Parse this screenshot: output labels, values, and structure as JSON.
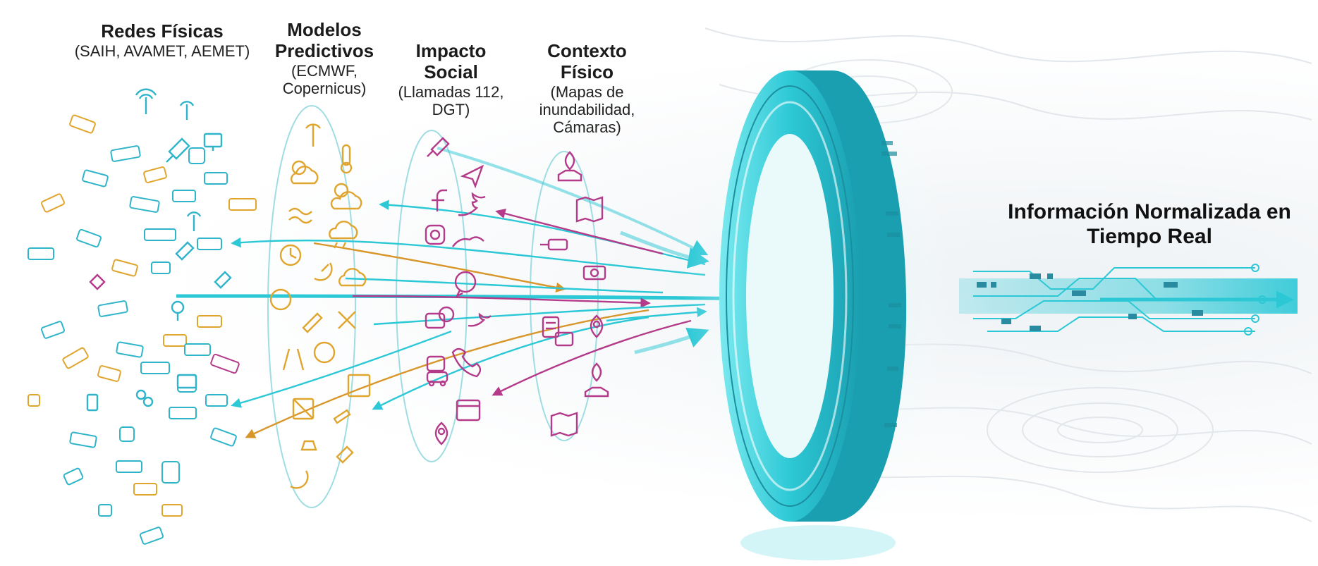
{
  "sources": [
    {
      "id": "redes",
      "title": "Redes Físicas",
      "subtitle": "(SAIH, AVAMET, AEMET)",
      "color": "#2fb4c9"
    },
    {
      "id": "modelos",
      "title": "Modelos Predictivos",
      "subtitle": "(ECMWF, Copernicus)",
      "color": "#e0a52e"
    },
    {
      "id": "impacto",
      "title": "Impacto Social",
      "subtitle": "(Llamadas 112, DGT)",
      "color": "#b43a8a"
    },
    {
      "id": "contexto",
      "title": "Contexto Físico",
      "subtitle": "(Mapas de inundabilidad, Cámaras)",
      "color": "#b43a8a"
    }
  ],
  "output": {
    "title": "Información Normalizada en Tiempo Real"
  },
  "colors": {
    "accent": "#2cc8d6",
    "gold": "#e0a52e",
    "magenta": "#b43a8a",
    "ring": "#3fd3df"
  }
}
